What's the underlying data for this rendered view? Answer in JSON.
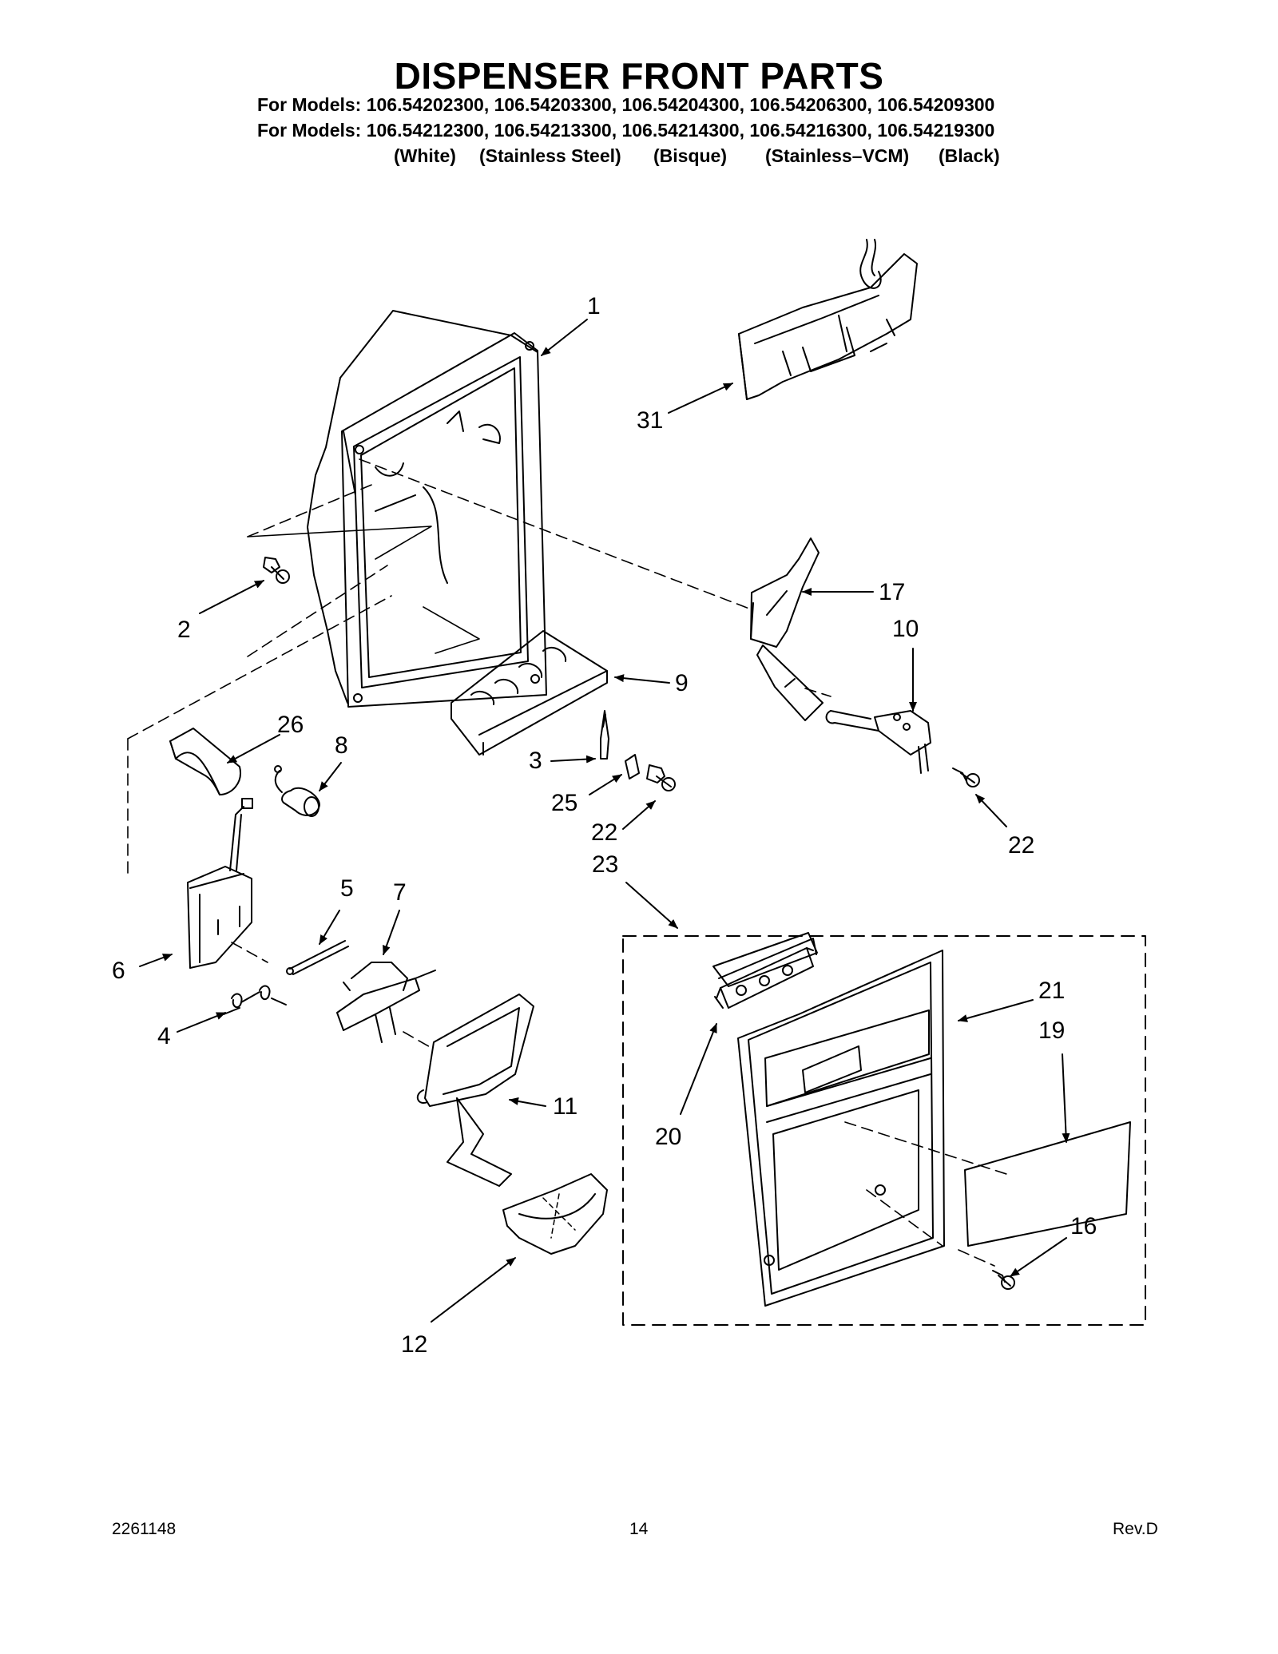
{
  "header": {
    "title": "DISPENSER FRONT PARTS",
    "models_line_1": "For Models: 106.54202300, 106.54203300, 106.54204300, 106.54206300, 106.54209300",
    "models_line_2": "For Models: 106.54212300, 106.54213300, 106.54214300, 106.54216300, 106.54219300",
    "colors": [
      "(White)",
      "(Stainless Steel)",
      "(Bisque)",
      "(Stainless–VCM)",
      "(Black)"
    ]
  },
  "callouts": {
    "c1": "1",
    "c31": "31",
    "c17": "17",
    "c10": "10",
    "c2": "2",
    "c9": "9",
    "c26": "26",
    "c8": "8",
    "c3": "3",
    "c25": "25",
    "c22a": "22",
    "c22b": "22",
    "c23": "23",
    "c5": "5",
    "c7": "7",
    "c6": "6",
    "c4": "4",
    "c21": "21",
    "c19": "19",
    "c11": "11",
    "c20": "20",
    "c16": "16",
    "c12": "12"
  },
  "footer": {
    "doc_number": "2261148",
    "page_number": "14",
    "revision": "Rev.D"
  }
}
